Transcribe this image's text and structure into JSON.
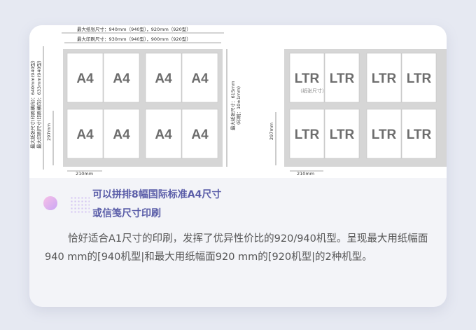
{
  "diagram": {
    "top_dim_1": "最大纸张尺寸：940mm（940型），920mm（920型）",
    "top_dim_2": "最大印刷尺寸：930mm（940型），900mm（920型）",
    "left_dim_1": "最大纸张尺寸(印刷横向)：640mm(940型)",
    "left_dim_2": "最大印刷尺寸(印刷横向)：633mm(940型)",
    "left_297": "297mm",
    "bottom_210": "210mm",
    "mid_dim_1": "最大纸张尺寸：615mm",
    "mid_dim_2": "(印刷：10±1mm)",
    "right_297": "297mm",
    "right_bottom_210": "210mm",
    "a4_label": "A4",
    "ltr_label": "LTR",
    "ltr_note": "（纸张尺寸）"
  },
  "heading": {
    "line1": "可以拼排8幅国际标准A4尺寸",
    "line2": "或信笺尺寸印刷"
  },
  "body": "恰好适合A1尺寸的印刷，发挥了优异性价比的920/940机型。呈现最大用纸幅面940 mm的[940机型|和最大用纸幅面920 mm的[920机型|的2种机型。",
  "icons": [
    "gradient-bullet-icon",
    "dot-grid-icon"
  ],
  "colors": {
    "heading": "#5a5da8",
    "body": "#555555",
    "card": "#f3f4f8",
    "background": "#e6e9f2"
  }
}
